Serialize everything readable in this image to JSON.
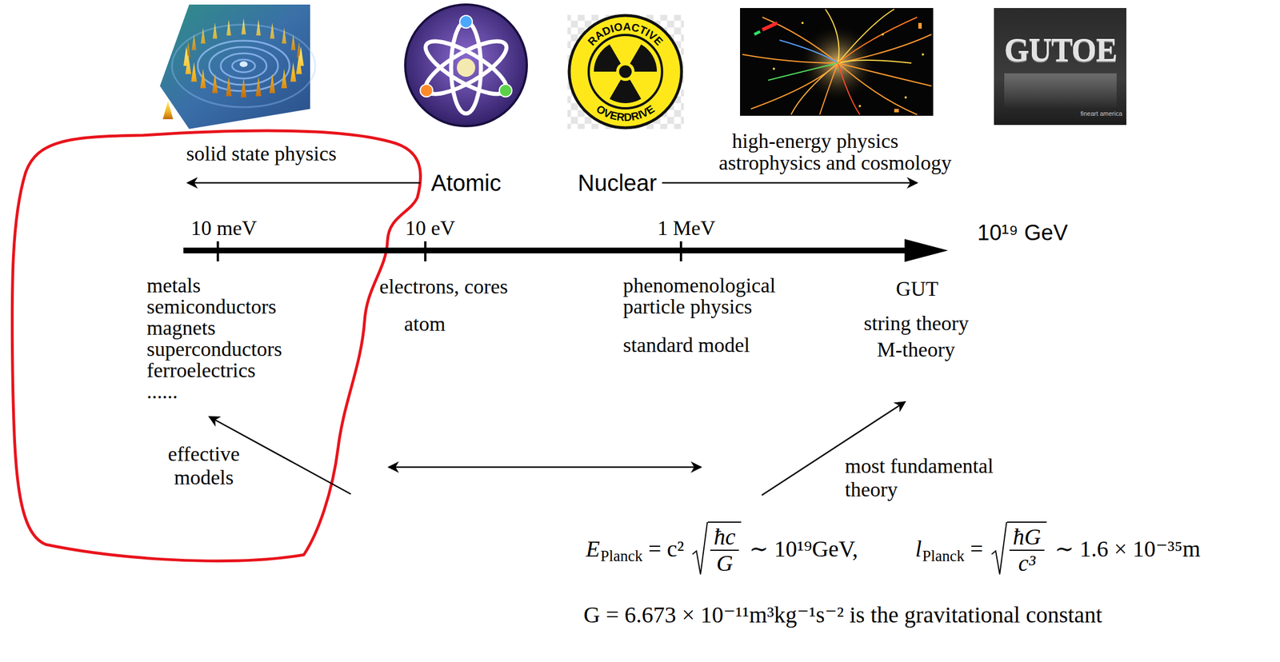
{
  "diagram": {
    "labels": [
      "RADIOACTIVE",
      "OVERDRIVE",
      "GUTOE",
      "fineart america",
      "solid state physics",
      "high-energy physics",
      "astrophysics and cosmology",
      "Atomic",
      "Nuclear",
      "10 meV",
      "10 eV",
      "1 MeV",
      "10¹⁹ GeV",
      "metals semiconductors magnets superconductors ferroelectrics ......",
      "electrons, cores",
      "atom",
      "phenomenological particle physics",
      "standard model",
      "GUT",
      "string theory",
      "M-theory",
      "effective models",
      "most fundamental theory",
      "E",
      "Planck",
      "= c²",
      "ħc",
      "G",
      "∼ 10¹⁹GeV,",
      "l",
      "Planck",
      "=",
      "ħG",
      "c³",
      "∼ 1.6 × 10⁻³⁵m",
      "G = 6.673 × 10⁻¹¹m³kg⁻¹s⁻² is the gravitational constant"
    ]
  }
}
